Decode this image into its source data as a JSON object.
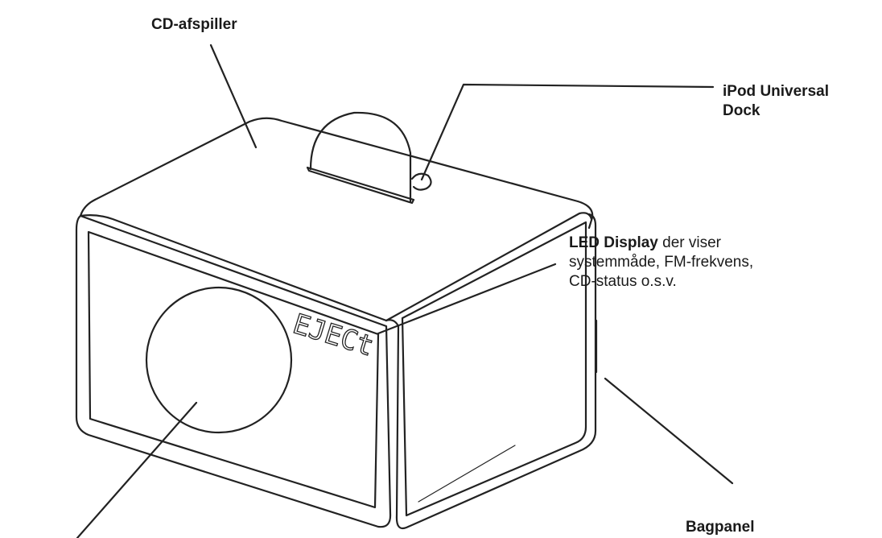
{
  "labels": {
    "cd_player": "CD-afspiller",
    "ipod_line1": "iPod Universal",
    "ipod_line2": "Dock",
    "led_title": "LED Display",
    "led_rest": "der viser",
    "led_line2": "systemmåde, FM-frekvens,",
    "led_line3": "CD-status o.s.v.",
    "back_panel": "Bagpanel"
  },
  "display_text": "EJECt",
  "colors": {
    "ink": "#1a1a1a",
    "line": "#222222",
    "background": "#ffffff"
  }
}
